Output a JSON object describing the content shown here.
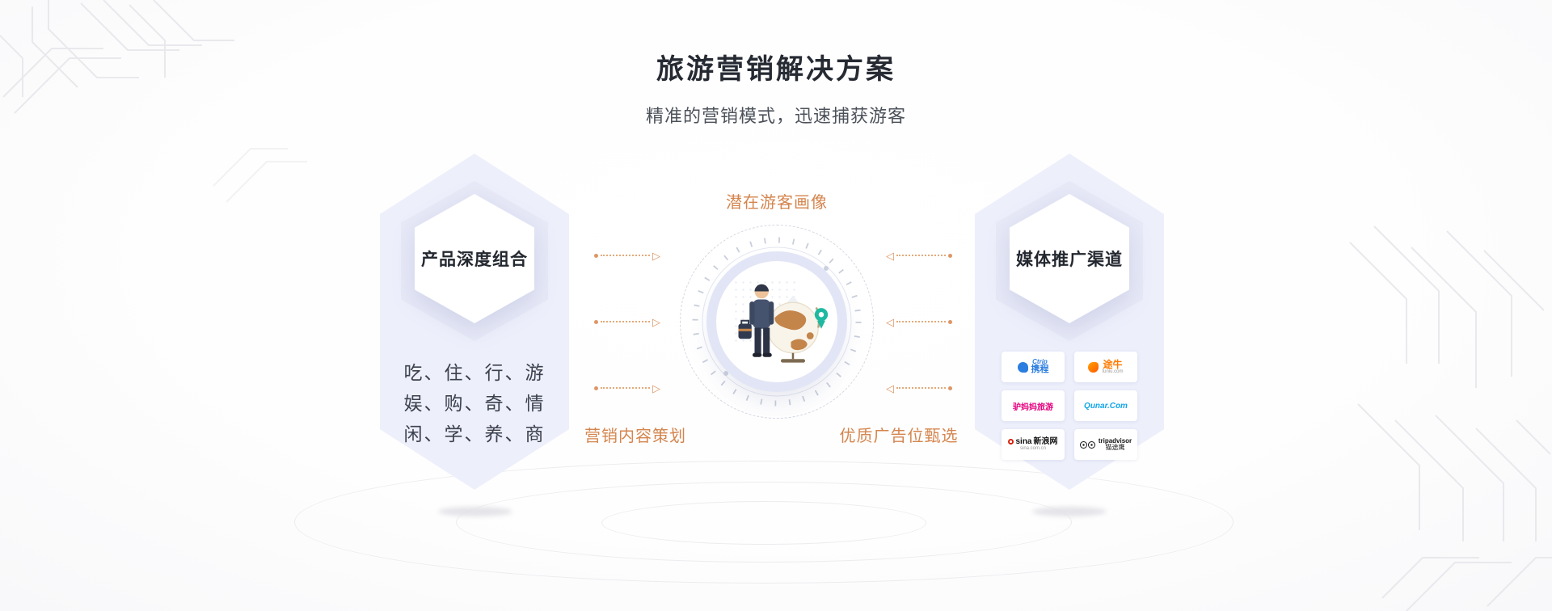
{
  "page": {
    "title": "旅游营销解决方案",
    "subtitle": "精准的营销模式，迅速捕获游客"
  },
  "left_panel": {
    "title": "产品深度组合",
    "lines": [
      "吃、住、行、游",
      "娱、购、奇、情",
      "闲、学、养、商"
    ]
  },
  "center_diagram": {
    "top_label": "潜在游客画像",
    "bottom_left_label": "营销内容策划",
    "bottom_right_label": "优质广告位甄选"
  },
  "right_panel": {
    "title": "媒体推广渠道",
    "logos": [
      {
        "name": "ctrip",
        "brand": "Ctrip",
        "label": "携程",
        "color": "#2b7de0"
      },
      {
        "name": "tuniu",
        "label": "途牛",
        "sub": "tuniu.com",
        "color": "#ff7a00"
      },
      {
        "name": "lvmama",
        "label": "驴妈妈旅游",
        "color": "#e6007e"
      },
      {
        "name": "qunar",
        "label": "Qunar.Com",
        "color": "#10a6e8"
      },
      {
        "name": "sina",
        "brand": "sina",
        "label": "新浪网",
        "sub": "sina.com.cn",
        "color": "#d81e06"
      },
      {
        "name": "tripadvisor",
        "brand": "tripadvisor",
        "label": "猫途鹰",
        "color": "#000000"
      }
    ]
  },
  "icons": {
    "arrow_right": "▷",
    "arrow_left": "◁"
  },
  "colors": {
    "accent_orange": "#d4854e",
    "hex_fill": "#edeffb",
    "ring_fill": "#e2e5f5",
    "pin_teal": "#1db9a0"
  }
}
